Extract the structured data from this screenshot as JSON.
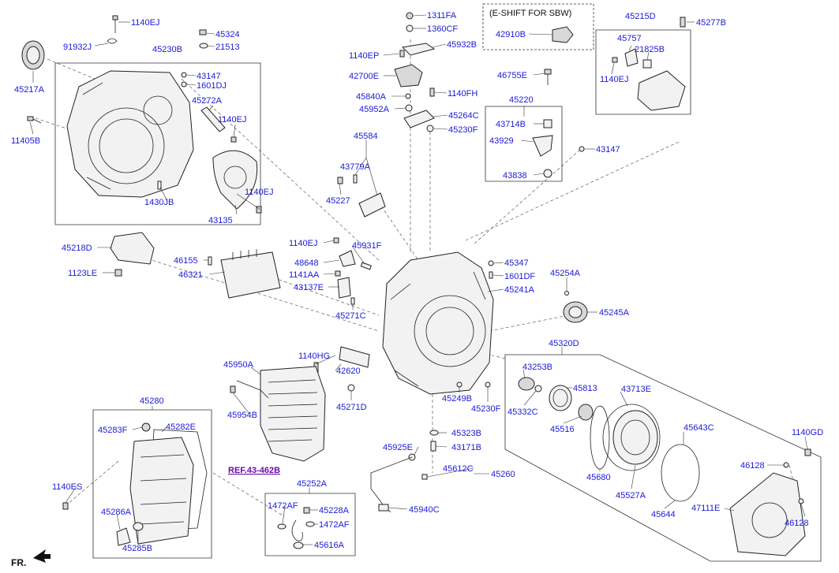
{
  "labels": {
    "l_1140EJ_a": "1140EJ",
    "l_91932J": "91932J",
    "l_45230B": "45230B",
    "l_45324": "45324",
    "l_21513": "21513",
    "l_45217A": "45217A",
    "l_43147_a": "43147",
    "l_1601DJ": "1601DJ",
    "l_45272A": "45272A",
    "l_1140EJ_b": "1140EJ",
    "l_11405B": "11405B",
    "l_1140EJ_c": "1140EJ",
    "l_1430JB": "1430JB",
    "l_43135": "43135",
    "l_45218D": "45218D",
    "l_1123LE": "1123LE",
    "l_46155": "46155",
    "l_46321": "46321",
    "l_1311FA": "1311FA",
    "l_1360CF": "1360CF",
    "l_45932B": "45932B",
    "l_1140EP": "1140EP",
    "l_42700E": "42700E",
    "l_45840A": "45840A",
    "l_1140FH": "1140FH",
    "l_45952A": "45952A",
    "l_45264C": "45264C",
    "l_45230F_a": "45230F",
    "l_eshift": "(E-SHIFT FOR SBW)",
    "l_42910B": "42910B",
    "l_46755E": "46755E",
    "l_45220": "45220",
    "l_43714B": "43714B",
    "l_43929": "43929",
    "l_43838": "43838",
    "l_43147_b": "43147",
    "l_45215D": "45215D",
    "l_45277B": "45277B",
    "l_45757": "45757",
    "l_21825B": "21825B",
    "l_1140EJ_d": "1140EJ",
    "l_45584": "45584",
    "l_43779A": "43779A",
    "l_45227": "45227",
    "l_1140EJ_e": "1140EJ",
    "l_45931F": "45931F",
    "l_48648": "48648",
    "l_1141AA": "1141AA",
    "l_43137E": "43137E",
    "l_45271C": "45271C",
    "l_45347": "45347",
    "l_1601DF": "1601DF",
    "l_45241A": "45241A",
    "l_45254A": "45254A",
    "l_45245A": "45245A",
    "l_1140HG": "1140HG",
    "l_42620": "42620",
    "l_45950A": "45950A",
    "l_45954B": "45954B",
    "l_45271D": "45271D",
    "l_45249B": "45249B",
    "l_45230F_b": "45230F",
    "l_45320D": "45320D",
    "l_43253B": "43253B",
    "l_45813": "45813",
    "l_43713E": "43713E",
    "l_45332C": "45332C",
    "l_45516": "45516",
    "l_45280": "45280",
    "l_45283F": "45283F",
    "l_45282E": "45282E",
    "l_ref": "REF.43-462B",
    "l_45323B": "45323B",
    "l_45925E": "45925E",
    "l_43171B": "43171B",
    "l_45612C": "45612C",
    "l_45260": "45260",
    "l_45643C": "45643C",
    "l_1140GD": "1140GD",
    "l_46128_a": "46128",
    "l_45680": "45680",
    "l_45527A": "45527A",
    "l_45644": "45644",
    "l_47111E": "47111E",
    "l_46128_b": "46128",
    "l_1140ES": "1140ES",
    "l_45286A": "45286A",
    "l_45285B": "45285B",
    "l_45252A": "45252A",
    "l_1472AF_a": "1472AF",
    "l_45228A": "45228A",
    "l_1472AF_b": "1472AF",
    "l_45616A": "45616A",
    "l_45940C": "45940C",
    "l_fr": "FR."
  },
  "colors": {
    "label_text": "#1a1ad6",
    "ref_text": "#6a0dad",
    "line": "#333333"
  }
}
